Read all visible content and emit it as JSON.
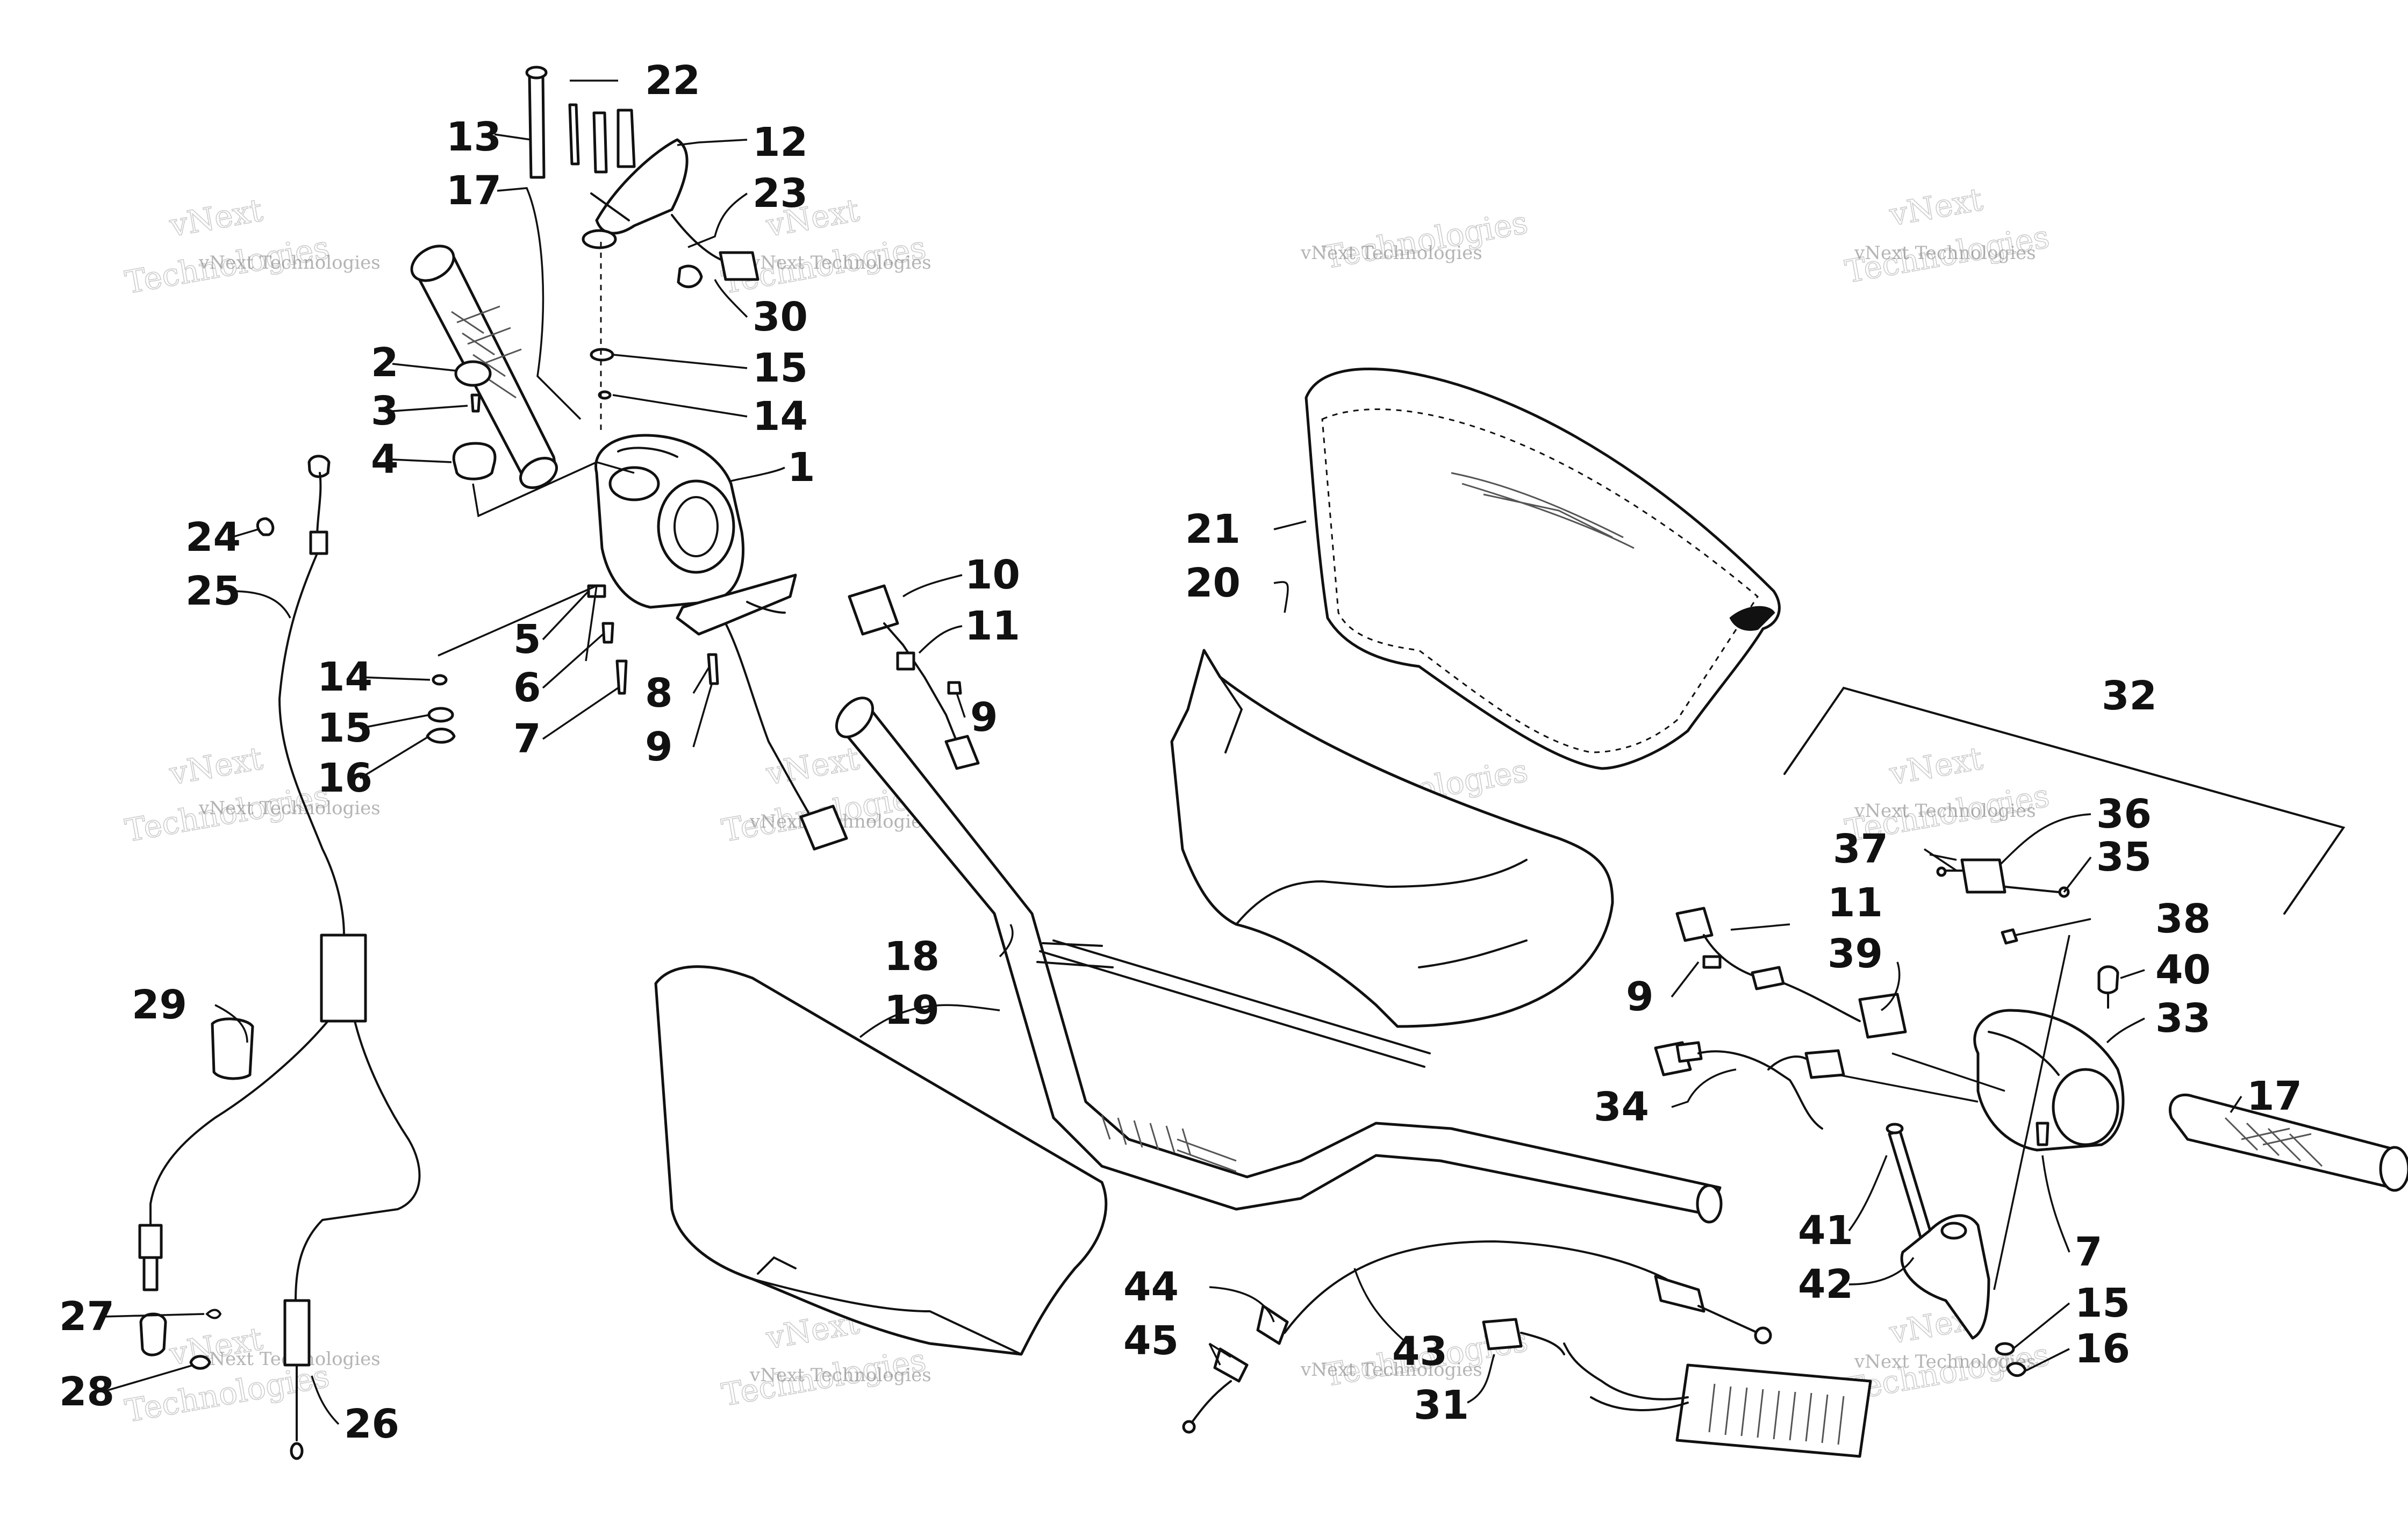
{
  "diagram": {
    "callouts": [
      {
        "id": "c13",
        "text": "13"
      },
      {
        "id": "c22",
        "text": "22"
      },
      {
        "id": "c12",
        "text": "12"
      },
      {
        "id": "c17a",
        "text": "17"
      },
      {
        "id": "c23",
        "text": "23"
      },
      {
        "id": "c30",
        "text": "30"
      },
      {
        "id": "c15a",
        "text": "15"
      },
      {
        "id": "c2",
        "text": "2"
      },
      {
        "id": "c3",
        "text": "3"
      },
      {
        "id": "c14a",
        "text": "14"
      },
      {
        "id": "c4",
        "text": "4"
      },
      {
        "id": "c1",
        "text": "1"
      },
      {
        "id": "c24",
        "text": "24"
      },
      {
        "id": "c25",
        "text": "25"
      },
      {
        "id": "c10",
        "text": "10"
      },
      {
        "id": "c11a",
        "text": "11"
      },
      {
        "id": "c5",
        "text": "5"
      },
      {
        "id": "c14b",
        "text": "14"
      },
      {
        "id": "c6",
        "text": "6"
      },
      {
        "id": "c8",
        "text": "8"
      },
      {
        "id": "c9a",
        "text": "9"
      },
      {
        "id": "c15b",
        "text": "15"
      },
      {
        "id": "c7a",
        "text": "7"
      },
      {
        "id": "c9b",
        "text": "9"
      },
      {
        "id": "c16a",
        "text": "16"
      },
      {
        "id": "c21",
        "text": "21"
      },
      {
        "id": "c20",
        "text": "20"
      },
      {
        "id": "c32",
        "text": "32"
      },
      {
        "id": "c36",
        "text": "36"
      },
      {
        "id": "c37",
        "text": "37"
      },
      {
        "id": "c35",
        "text": "35"
      },
      {
        "id": "c11b",
        "text": "11"
      },
      {
        "id": "c38",
        "text": "38"
      },
      {
        "id": "c39",
        "text": "39"
      },
      {
        "id": "c40",
        "text": "40"
      },
      {
        "id": "c9c",
        "text": "9"
      },
      {
        "id": "c33",
        "text": "33"
      },
      {
        "id": "c18",
        "text": "18"
      },
      {
        "id": "c29",
        "text": "29"
      },
      {
        "id": "c19",
        "text": "19"
      },
      {
        "id": "c17b",
        "text": "17"
      },
      {
        "id": "c34",
        "text": "34"
      },
      {
        "id": "c41",
        "text": "41"
      },
      {
        "id": "c7b",
        "text": "7"
      },
      {
        "id": "c42",
        "text": "42"
      },
      {
        "id": "c27",
        "text": "27"
      },
      {
        "id": "c44",
        "text": "44"
      },
      {
        "id": "c15c",
        "text": "15"
      },
      {
        "id": "c45",
        "text": "45"
      },
      {
        "id": "c43",
        "text": "43"
      },
      {
        "id": "c16b",
        "text": "16"
      },
      {
        "id": "c28",
        "text": "28"
      },
      {
        "id": "c31",
        "text": "31"
      },
      {
        "id": "c26",
        "text": "26"
      }
    ],
    "watermark": {
      "line1": "vNext Technologies",
      "line2": "vNext",
      "line3": "Technologies"
    }
  }
}
